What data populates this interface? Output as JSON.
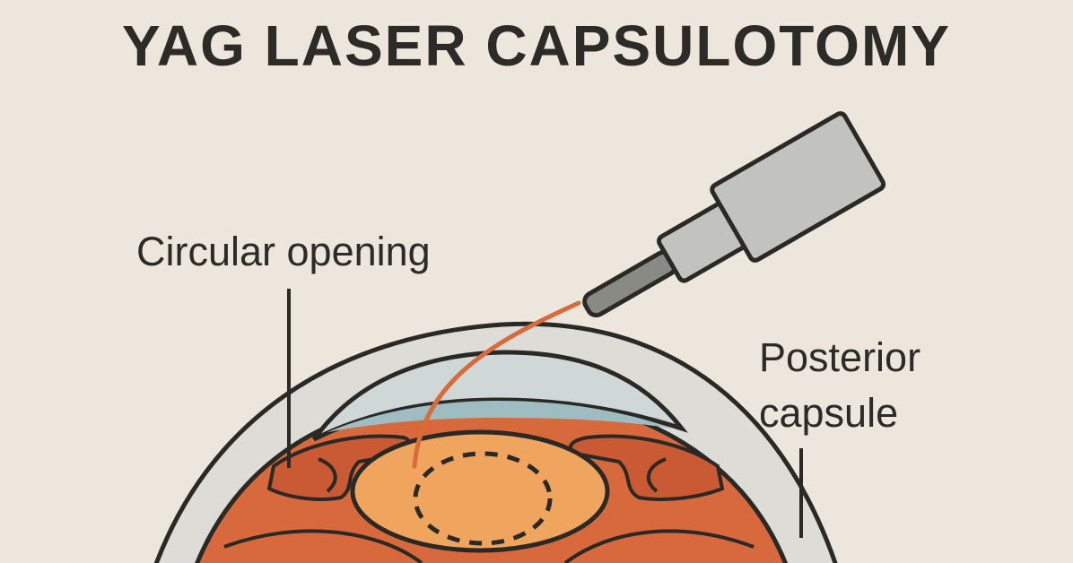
{
  "title": "YAG LASER CAPSULOTOMY",
  "labels": {
    "circular_opening": "Circular opening",
    "posterior_capsule_line1": "Posterior",
    "posterior_capsule_line2": "capsule"
  },
  "colors": {
    "background": "#ece6dc",
    "outline": "#2a2926",
    "sclera": "#dddcd6",
    "cornea": "#cfd8d6",
    "iris": "#d8693c",
    "lens": "#f0a55f",
    "laser_beam": "#d96a3a",
    "laser_device": "#c2c3bf"
  }
}
